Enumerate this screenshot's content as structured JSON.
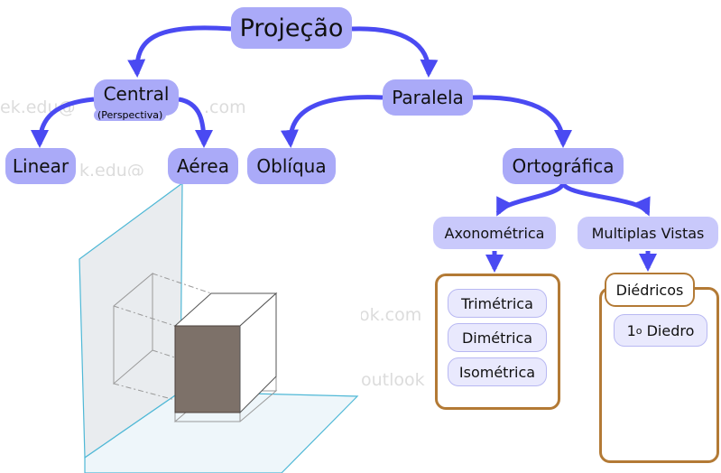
{
  "root": {
    "label": "Projeção"
  },
  "central": {
    "label": "Central",
    "sublabel": "(Perspectiva)"
  },
  "paralela": {
    "label": "Paralela"
  },
  "linear": {
    "label": "Linear"
  },
  "aerea": {
    "label": "Aérea"
  },
  "obliqua": {
    "label": "Oblíqua"
  },
  "ortografica": {
    "label": "Ortográfica"
  },
  "axonometrica": {
    "label": "Axonométrica",
    "items": [
      "Trimétrica",
      "Dimétrica",
      "Isométrica"
    ]
  },
  "multiplas": {
    "label": "Multiplas Vistas",
    "diedricos": "Diédricos",
    "item_prefix": "1",
    "item_sup": "o",
    "item_suffix": "Diedro"
  },
  "watermarks": [
    "ek.edu@",
    ".com",
    "k.edu@",
    "ok.com",
    "outlook"
  ],
  "colors": {
    "node": "#aaaaf8",
    "arrow": "#4a4af2",
    "frame": "#b37a35"
  }
}
